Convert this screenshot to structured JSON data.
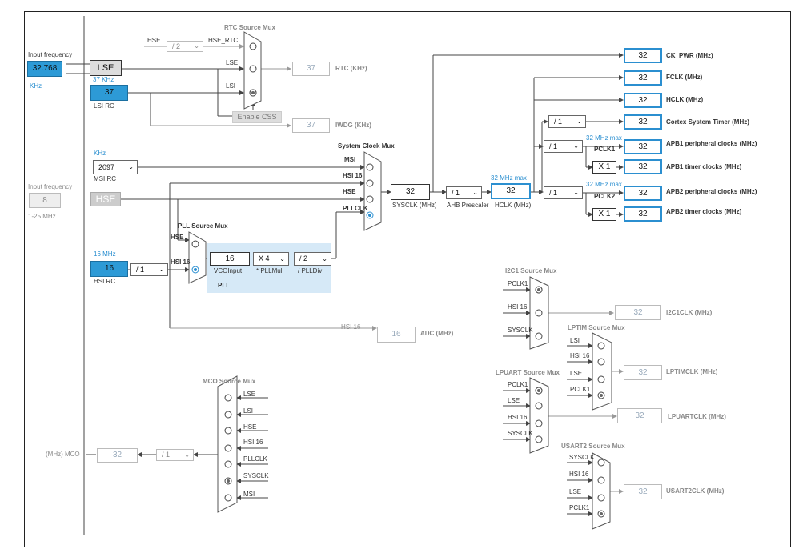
{
  "input_lse": {
    "label": "Input frequency",
    "value": "32.768",
    "unit": "KHz"
  },
  "lse": {
    "label": "LSE"
  },
  "lsi": {
    "freq": "37 KHz",
    "value": "37",
    "label": "LSI RC"
  },
  "rtc_mux": {
    "title": "RTC Source Mux",
    "in_hse": "HSE",
    "div": "/ 2",
    "hse_rtc": "HSE_RTC",
    "in_lse": "LSE",
    "in_lsi": "LSI",
    "enable_css": "Enable CSS"
  },
  "rtc": {
    "value": "37",
    "label": "RTC (KHz)"
  },
  "iwdg": {
    "value": "37",
    "label": "IWDG (KHz)"
  },
  "msi": {
    "unit": "KHz",
    "value": "2097",
    "label": "MSI RC"
  },
  "input_hse": {
    "label": "Input frequency",
    "value": "8",
    "range": "1-25 MHz",
    "box": "HSE"
  },
  "sys_mux": {
    "title": "System Clock Mux",
    "msi": "MSI",
    "hsi16": "HSI 16",
    "hse": "HSE",
    "pllclk": "PLLCLK"
  },
  "pll_mux": {
    "title": "PLL Source Mux",
    "hse": "HSE",
    "hsi16": "HSI 16"
  },
  "hsi": {
    "freq": "16 MHz",
    "value": "16",
    "div": "/ 1",
    "label": "HSI RC"
  },
  "pll": {
    "vco_value": "16",
    "vco_label": "VCOInput",
    "mul": "X 4",
    "mul_label": "* PLLMul",
    "div": "/ 2",
    "div_label": "/ PLLDiv",
    "label": "PLL"
  },
  "sysclk": {
    "value": "32",
    "label": "SYSCLK (MHz)"
  },
  "ahb": {
    "div": "/ 1",
    "label": "AHB Prescaler"
  },
  "hclk_main": {
    "max": "32 MHz max",
    "value": "32",
    "label": "HCLK (MHz)"
  },
  "outputs": {
    "ck_pwr": "CK_PWR (MHz)",
    "fclk": "FCLK (MHz)",
    "hclk": "HCLK (MHz)",
    "cortex": "Cortex System Timer (MHz)",
    "apb1p": "APB1 peripheral clocks (MHz)",
    "apb1t": "APB1 timer clocks (MHz)",
    "apb2p": "APB2 peripheral clocks (MHz)",
    "apb2t": "APB2 timer clocks (MHz)",
    "value": "32"
  },
  "cortex_div": "/ 1",
  "apb1": {
    "div": "/ 1",
    "max": "32 MHz max",
    "pclk": "PCLK1",
    "x": "X 1"
  },
  "apb2": {
    "div": "/ 1",
    "max": "32 MHz max",
    "pclk": "PCLK2",
    "x": "X 1"
  },
  "adc": {
    "in": "HSI 16",
    "value": "16",
    "label": "ADC (MHz)"
  },
  "i2c1": {
    "title": "I2C1 Source Mux",
    "in1": "PCLK1",
    "in2": "HSI 16",
    "in3": "SYSCLK",
    "value": "32",
    "label": "I2C1CLK (MHz)"
  },
  "lptim": {
    "title": "LPTIM Source Mux",
    "in1": "LSI",
    "in2": "HSI 16",
    "in3": "LSE",
    "in4": "PCLK1",
    "value": "32",
    "label": "LPTIMCLK (MHz)"
  },
  "lpuart": {
    "title": "LPUART Source Mux",
    "in1": "PCLK1",
    "in2": "LSE",
    "in3": "HSI 16",
    "in4": "SYSCLK",
    "value": "32",
    "label": "LPUARTCLK (MHz)"
  },
  "usart2": {
    "title": "USART2 Source Mux",
    "in1": "SYSCLK",
    "in2": "HSI 16",
    "in3": "LSE",
    "in4": "PCLK1",
    "value": "32",
    "label": "USART2CLK (MHz)"
  },
  "mco": {
    "title": "MCO Source Mux",
    "in1": "LSE",
    "in2": "LSI",
    "in3": "HSE",
    "in4": "HSI 16",
    "in5": "PLLCLK",
    "in6": "SYSCLK",
    "in7": "MSI",
    "div": "/ 1",
    "value": "32",
    "label": "(MHz) MCO"
  }
}
